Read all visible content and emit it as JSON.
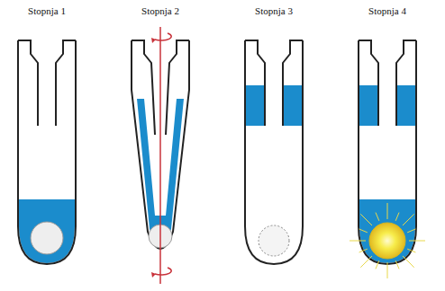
{
  "diagram": {
    "labels": [
      "Stopnja 1",
      "Stopnja 2",
      "Stopnja 3",
      "Stopnja 4"
    ]
  }
}
